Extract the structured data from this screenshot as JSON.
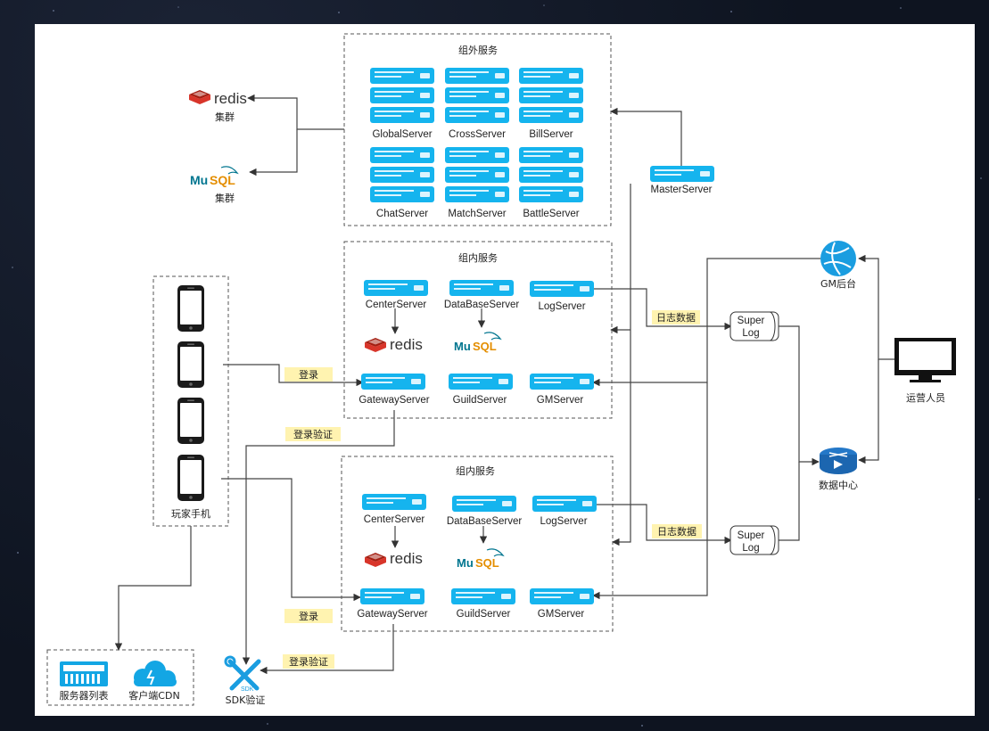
{
  "colors": {
    "server": "#15b4ee",
    "redis": "#d8352a",
    "mysql_text": "#00758f",
    "mysql_orange": "#e48e00",
    "tag_bg": "#fff3b0",
    "frame": "#0e1420"
  },
  "groups": {
    "outer": {
      "title": "组外服务"
    },
    "inner1": {
      "title": "组内服务"
    },
    "inner2": {
      "title": "组内服务"
    },
    "phones": {
      "title": "玩家手机"
    }
  },
  "servers": {
    "global": "GlobalServer",
    "cross": "CrossServer",
    "bill": "BillServer",
    "chat": "ChatServer",
    "match": "MatchServer",
    "battle": "BattleServer",
    "master": "MasterServer",
    "g1_center": "CenterServer",
    "g1_database": "DataBaseServer",
    "g1_log": "LogServer",
    "g1_gateway": "GatewayServer",
    "g1_guild": "GuildServer",
    "g1_gm": "GMServer",
    "g2_center": "CenterServer",
    "g2_database": "DataBaseServer",
    "g2_log": "LogServer",
    "g2_gateway": "GatewayServer",
    "g2_guild": "GuildServer",
    "g2_gm": "GMServer"
  },
  "logos": {
    "redis": "redis",
    "mysql_my": "Mu",
    "mysql_sql": "SQL"
  },
  "clusters": {
    "redis_cluster": "集群",
    "mysql_cluster": "集群"
  },
  "superlog": {
    "line1": "Super",
    "line2": "Log"
  },
  "tags": {
    "log_data_1": "日志数据",
    "log_data_2": "日志数据",
    "login_1": "登录",
    "login_2": "登录",
    "login_verify_1": "登录验证",
    "login_verify_2": "登录验证"
  },
  "right": {
    "gm_backend": "GM后台",
    "operators": "运营人员",
    "data_center": "数据中心"
  },
  "bottom": {
    "server_list": "服务器列表",
    "client_cdn": "客户端CDN",
    "sdk_verify": "SDK验证",
    "sdk_badge": "SDK"
  },
  "icons": {
    "gm": "globe-icon",
    "operators": "monitor-icon",
    "data_center": "router-icon",
    "server_list": "server-rack-icon",
    "cdn": "cloud-icon",
    "sdk": "tools-icon"
  }
}
